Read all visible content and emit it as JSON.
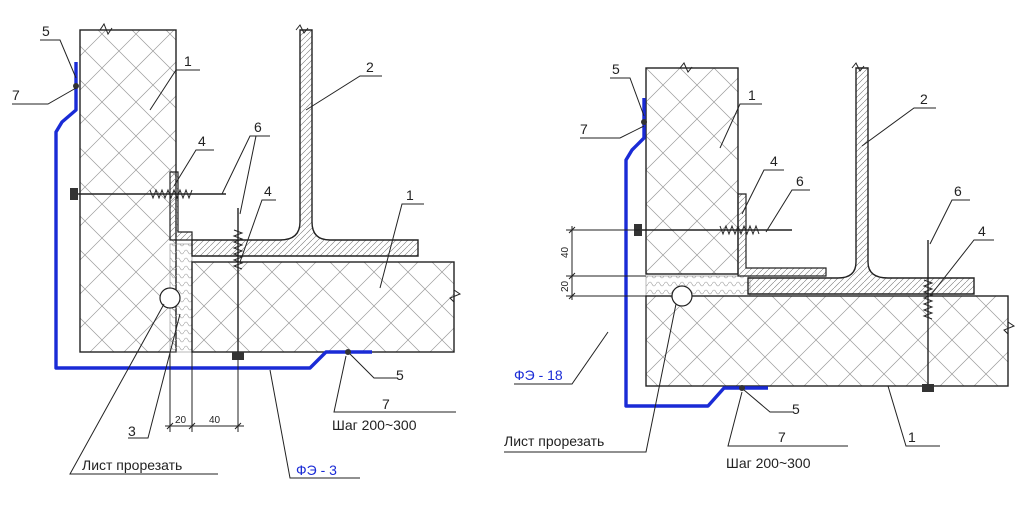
{
  "colors": {
    "flashing": "#1a2bd6",
    "line": "#222222"
  },
  "left_detail": {
    "callouts": [
      "5",
      "7",
      "1",
      "2",
      "4",
      "6",
      "4",
      "1",
      "5",
      "7",
      "3"
    ],
    "dims": [
      "20",
      "40"
    ],
    "pitch": "Шаг 200~300",
    "cut_note": "Лист прорезать",
    "flashing_code": "ФЭ - 3"
  },
  "right_detail": {
    "callouts": [
      "5",
      "7",
      "1",
      "2",
      "4",
      "6",
      "6",
      "4",
      "5",
      "7",
      "1"
    ],
    "dims": [
      "40",
      "20"
    ],
    "pitch": "Шаг 200~300",
    "cut_note": "Лист прорезать",
    "flashing_code": "ФЭ - 18"
  }
}
